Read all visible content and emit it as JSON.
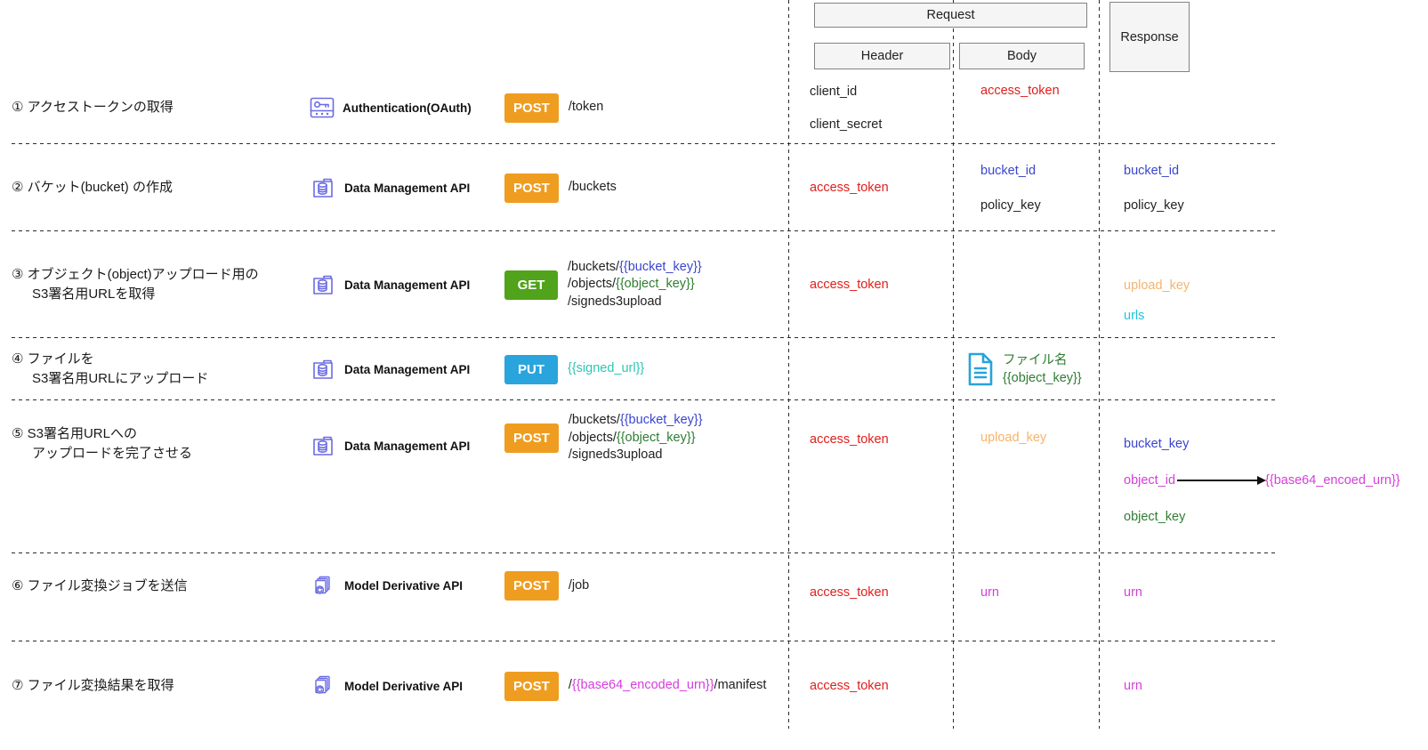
{
  "palette": {
    "method_post": "#ef9d20",
    "method_get": "#50a31a",
    "method_put": "#29a4dd",
    "param_red": "#df1f1c",
    "param_blue": "#3a45d0",
    "param_green": "#2e7d32",
    "param_peach": "#f6b36b",
    "param_cyan": "#1fc4d9",
    "param_teal": "#2cc6b4",
    "param_magenta": "#d63ddc",
    "api_icon_indigo": "#6b6be4",
    "file_icon_blue": "#29a3dc"
  },
  "legend": {
    "request": "Request",
    "header": "Header",
    "body": "Body",
    "response": "Response"
  },
  "rows": [
    {
      "step": [
        "① アクセストークンの取得"
      ],
      "api": "Authentication(OAuth)",
      "api_icon": "auth-key-icon",
      "method": "POST",
      "endpoint": [
        [
          {
            "text": "/token",
            "c": "black"
          }
        ]
      ],
      "header": [
        {
          "text": "client_id",
          "c": "black"
        },
        {
          "text": "client_secret",
          "c": "black"
        }
      ],
      "body": [
        {
          "text": "access_token",
          "c": "red"
        }
      ],
      "response": []
    },
    {
      "step": [
        "② バケット(bucket) の作成"
      ],
      "api": "Data Management API",
      "api_icon": "database-folder-icon",
      "method": "POST",
      "endpoint": [
        [
          {
            "text": "/buckets",
            "c": "black"
          }
        ]
      ],
      "header": [
        {
          "text": "access_token",
          "c": "red"
        }
      ],
      "body": [
        {
          "text": "bucket_id",
          "c": "blue"
        },
        {
          "text": "policy_key",
          "c": "black"
        }
      ],
      "response": [
        {
          "text": "bucket_id",
          "c": "blue"
        },
        {
          "text": "policy_key",
          "c": "black"
        }
      ]
    },
    {
      "step": [
        "③ オブジェクト(object)アップロード用の",
        "S3署名用URLを取得"
      ],
      "api": "Data Management API",
      "api_icon": "database-folder-icon",
      "method": "GET",
      "endpoint": [
        [
          {
            "text": "/buckets/",
            "c": "black"
          },
          {
            "text": "{{bucket_key}}",
            "c": "blue"
          }
        ],
        [
          {
            "text": "/objects/",
            "c": "black"
          },
          {
            "text": "{{object_key}}",
            "c": "green"
          }
        ],
        [
          {
            "text": "/signeds3upload",
            "c": "black"
          }
        ]
      ],
      "header": [
        {
          "text": "access_token",
          "c": "red"
        }
      ],
      "body": [],
      "response": [
        {
          "text": "upload_key",
          "c": "peach"
        },
        {
          "text": "urls",
          "c": "cyan"
        }
      ]
    },
    {
      "step": [
        "④ ファイルを",
        "S3署名用URLにアップロード"
      ],
      "api": "Data Management API",
      "api_icon": "database-folder-icon",
      "method": "PUT",
      "endpoint": [
        [
          {
            "text": "{{signed_url}}",
            "c": "teal"
          }
        ]
      ],
      "header": [],
      "body": [],
      "body_file": {
        "icon": "document-icon",
        "label": "ファイル名",
        "key": "{{object_key}}"
      },
      "response": []
    },
    {
      "step": [
        "⑤ S3署名用URLへの",
        "アップロードを完了させる"
      ],
      "api": "Data Management API",
      "api_icon": "database-folder-icon",
      "method": "POST",
      "endpoint": [
        [
          {
            "text": "/buckets/",
            "c": "black"
          },
          {
            "text": "{{bucket_key}}",
            "c": "blue"
          }
        ],
        [
          {
            "text": "/objects/",
            "c": "black"
          },
          {
            "text": "{{object_key}}",
            "c": "green"
          }
        ],
        [
          {
            "text": "/signeds3upload",
            "c": "black"
          }
        ]
      ],
      "header": [
        {
          "text": "access_token",
          "c": "red"
        }
      ],
      "body": [
        {
          "text": "upload_key",
          "c": "peach"
        }
      ],
      "response": [
        {
          "text": "bucket_key",
          "c": "blue"
        },
        {
          "text": "object_id",
          "c": "magenta",
          "arrow_to": "{{base64_encoed_urn}}"
        },
        {
          "text": "object_key",
          "c": "green"
        }
      ]
    },
    {
      "step": [
        "⑥ ファイル変換ジョブを送信"
      ],
      "api": "Model Derivative API",
      "api_icon": "model-derivative-icon",
      "method": "POST",
      "endpoint": [
        [
          {
            "text": "/job",
            "c": "black"
          }
        ]
      ],
      "header": [
        {
          "text": "access_token",
          "c": "red"
        }
      ],
      "body": [
        {
          "text": "urn",
          "c": "magenta"
        }
      ],
      "response": [
        {
          "text": "urn",
          "c": "magenta"
        }
      ]
    },
    {
      "step": [
        "⑦ ファイル変換結果を取得"
      ],
      "api": "Model Derivative API",
      "api_icon": "model-derivative-icon",
      "method": "POST",
      "endpoint": [
        [
          {
            "text": "/",
            "c": "black"
          },
          {
            "text": "{{base64_encoded_urn}}",
            "c": "magenta"
          },
          {
            "text": "/manifest",
            "c": "black"
          }
        ]
      ],
      "header": [
        {
          "text": "access_token",
          "c": "red"
        }
      ],
      "body": [],
      "response": [
        {
          "text": "urn",
          "c": "magenta"
        }
      ]
    }
  ]
}
